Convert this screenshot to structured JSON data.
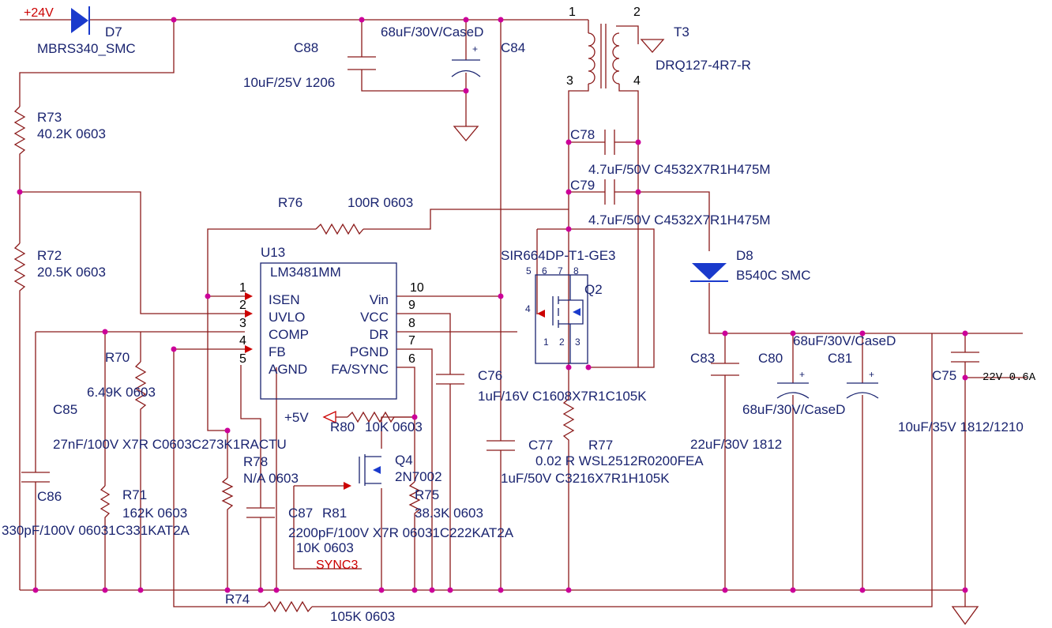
{
  "nets": {
    "vin_24v": "+24V",
    "v5": "+5V",
    "sync": "SYNC3",
    "output_note": "22V 0.6A"
  },
  "ic": {
    "ref": "U13",
    "part": "LM3481MM",
    "left_pins": [
      {
        "num": "1",
        "name": "ISEN"
      },
      {
        "num": "2",
        "name": "UVLO"
      },
      {
        "num": "3",
        "name": "COMP"
      },
      {
        "num": "4",
        "name": "FB"
      },
      {
        "num": "5",
        "name": "AGND"
      }
    ],
    "right_pins": [
      {
        "num": "10",
        "name": "Vin"
      },
      {
        "num": "9",
        "name": "VCC"
      },
      {
        "num": "8",
        "name": "DR"
      },
      {
        "num": "7",
        "name": "PGND"
      },
      {
        "num": "6",
        "name": "FA/SYNC"
      }
    ]
  },
  "components": {
    "D7": {
      "ref": "D7",
      "value": "MBRS340_SMC"
    },
    "C88": {
      "ref": "C88",
      "value": "10uF/25V 1206"
    },
    "C84": {
      "ref": "C84",
      "value": "68uF/30V/CaseD"
    },
    "T3": {
      "ref": "T3",
      "value": "DRQ127-4R7-R",
      "pins": [
        "1",
        "2",
        "3",
        "4"
      ]
    },
    "R73": {
      "ref": "R73",
      "value": "40.2K 0603"
    },
    "R72": {
      "ref": "R72",
      "value": "20.5K 0603"
    },
    "R76": {
      "ref": "R76",
      "value": "100R 0603"
    },
    "C78": {
      "ref": "C78",
      "value": "4.7uF/50V C4532X7R1H475M"
    },
    "C79": {
      "ref": "C79",
      "value": "4.7uF/50V C4532X7R1H475M"
    },
    "Q2": {
      "ref": "Q2",
      "value": "SIR664DP-T1-GE3",
      "pins_top": [
        "5",
        "6",
        "7",
        "8"
      ],
      "pins_bottom": [
        "1",
        "2",
        "3"
      ],
      "gate": "4"
    },
    "D8": {
      "ref": "D8",
      "value": "B540C SMC"
    },
    "R70": {
      "ref": "R70",
      "value": "6.49K 0603"
    },
    "C85": {
      "ref": "C85",
      "value": "27nF/100V X7R C0603C273K1RACTU"
    },
    "C86": {
      "ref": "C86",
      "value": "330pF/100V 06031C331KAT2A"
    },
    "R71": {
      "ref": "R71",
      "value": "162K 0603"
    },
    "R78": {
      "ref": "R78",
      "value": "N/A 0603"
    },
    "R80": {
      "ref": "R80",
      "value": "10K 0603"
    },
    "Q4": {
      "ref": "Q4",
      "value": "2N7002"
    },
    "C87": {
      "ref": "C87",
      "value": "2200pF/100V X7R 06031C222KAT2A"
    },
    "R81": {
      "ref": "R81",
      "value": "10K 0603"
    },
    "R75": {
      "ref": "R75",
      "value": "38.3K 0603"
    },
    "C76": {
      "ref": "C76",
      "value": "1uF/16V C1608X7R1C105K"
    },
    "C77": {
      "ref": "C77",
      "value": "1uF/50V C3216X7R1H105K"
    },
    "R77": {
      "ref": "R77",
      "value": "0.02 R WSL2512R0200FEA"
    },
    "C83": {
      "ref": "C83",
      "value": "22uF/30V 1812"
    },
    "C80": {
      "ref": "C80",
      "value": "68uF/30V/CaseD"
    },
    "C81": {
      "ref": "C81",
      "value": "68uF/30V/CaseD"
    },
    "C75": {
      "ref": "C75",
      "value": "10uF/35V 1812/1210"
    },
    "R74": {
      "ref": "R74",
      "value": "105K 0603"
    }
  }
}
